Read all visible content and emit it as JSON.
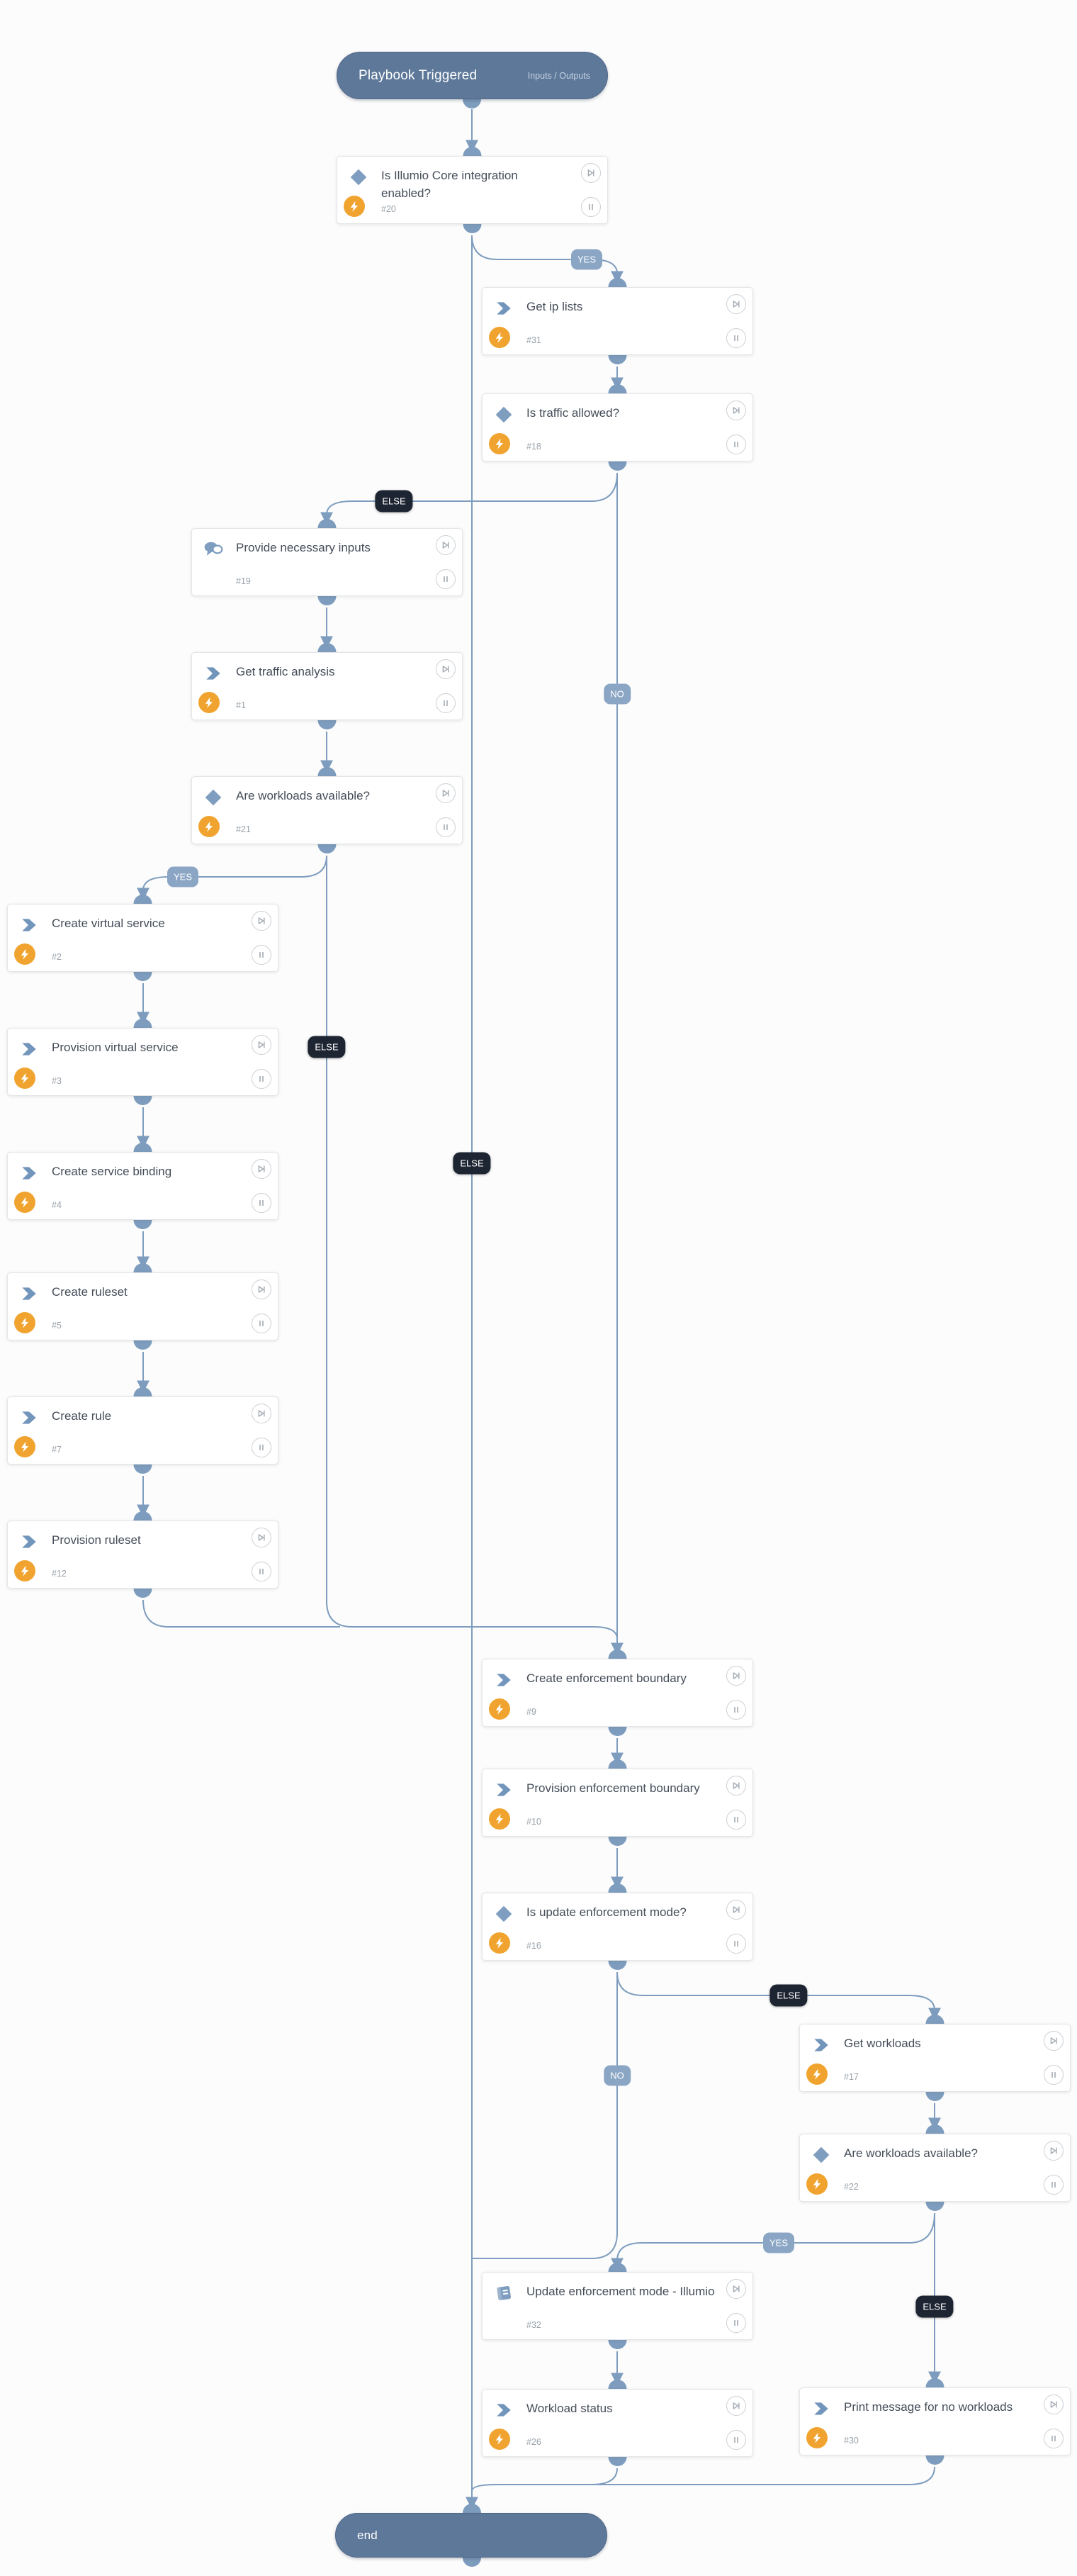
{
  "app": {
    "name": "Playbook work plan"
  },
  "colors": {
    "edge": "#7e9dbe",
    "condition_label_bg": "#8ba6c5",
    "else_label_bg": "#1d2432",
    "terminal_bg": "#5d7899",
    "automation_badge": "#f0a42f",
    "task_icon_blue": "#7295bb"
  },
  "trigger": {
    "title": "Playbook Triggered",
    "link_label": "Inputs / Outputs"
  },
  "end_node": {
    "label": "end"
  },
  "nodes": [
    {
      "id": "n20",
      "num": "#20",
      "title": "Is Illumio Core integration enabled?",
      "type": "condition",
      "automated": true
    },
    {
      "id": "n31",
      "num": "#31",
      "title": "Get ip lists",
      "type": "command",
      "automated": true
    },
    {
      "id": "n18",
      "num": "#18",
      "title": "Is traffic allowed?",
      "type": "condition",
      "automated": true
    },
    {
      "id": "n19",
      "num": "#19",
      "title": "Provide necessary inputs",
      "type": "data-collection",
      "automated": false
    },
    {
      "id": "n1",
      "num": "#1",
      "title": "Get traffic analysis",
      "type": "command",
      "automated": true
    },
    {
      "id": "n21",
      "num": "#21",
      "title": "Are workloads available?",
      "type": "condition",
      "automated": true
    },
    {
      "id": "n2",
      "num": "#2",
      "title": "Create virtual service",
      "type": "command",
      "automated": true
    },
    {
      "id": "n3",
      "num": "#3",
      "title": "Provision virtual service",
      "type": "command",
      "automated": true
    },
    {
      "id": "n4",
      "num": "#4",
      "title": "Create service binding",
      "type": "command",
      "automated": true
    },
    {
      "id": "n5",
      "num": "#5",
      "title": "Create ruleset",
      "type": "command",
      "automated": true
    },
    {
      "id": "n7",
      "num": "#7",
      "title": "Create rule",
      "type": "command",
      "automated": true
    },
    {
      "id": "n12",
      "num": "#12",
      "title": "Provision ruleset",
      "type": "command",
      "automated": true
    },
    {
      "id": "n9",
      "num": "#9",
      "title": "Create enforcement boundary",
      "type": "command",
      "automated": true
    },
    {
      "id": "n10",
      "num": "#10",
      "title": "Provision enforcement boundary",
      "type": "command",
      "automated": true
    },
    {
      "id": "n16",
      "num": "#16",
      "title": "Is update enforcement mode?",
      "type": "condition",
      "automated": true
    },
    {
      "id": "n17",
      "num": "#17",
      "title": "Get workloads",
      "type": "command",
      "automated": true
    },
    {
      "id": "n22",
      "num": "#22",
      "title": "Are workloads available?",
      "type": "condition",
      "automated": true
    },
    {
      "id": "n32",
      "num": "#32",
      "title": "Update enforcement mode - Illumio",
      "type": "sub-playbook",
      "automated": false
    },
    {
      "id": "n26",
      "num": "#26",
      "title": "Workload status",
      "type": "command",
      "automated": true
    },
    {
      "id": "n30",
      "num": "#30",
      "title": "Print message for no workloads",
      "type": "command",
      "automated": true
    }
  ],
  "edge_labels": [
    {
      "id": "lbl-yes-20",
      "text": "YES",
      "variant": "condition"
    },
    {
      "id": "lbl-else-20",
      "text": "ELSE",
      "variant": "else"
    },
    {
      "id": "lbl-else-18",
      "text": "ELSE",
      "variant": "else"
    },
    {
      "id": "lbl-no-18",
      "text": "NO",
      "variant": "condition"
    },
    {
      "id": "lbl-yes-21",
      "text": "YES",
      "variant": "condition"
    },
    {
      "id": "lbl-else-21",
      "text": "ELSE",
      "variant": "else"
    },
    {
      "id": "lbl-else-16",
      "text": "ELSE",
      "variant": "else"
    },
    {
      "id": "lbl-no-16",
      "text": "NO",
      "variant": "condition"
    },
    {
      "id": "lbl-yes-22",
      "text": "YES",
      "variant": "condition"
    },
    {
      "id": "lbl-else-22",
      "text": "ELSE",
      "variant": "else"
    }
  ]
}
